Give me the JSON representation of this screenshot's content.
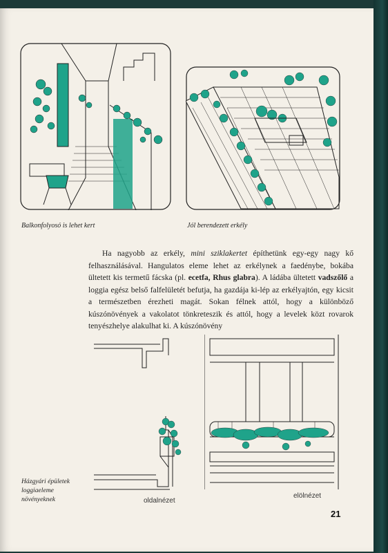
{
  "captions": {
    "left_illustration": "Balkonfolyosó is lehet kert",
    "right_illustration": "Jól berendezett erkély"
  },
  "paragraph": {
    "s1": "Ha nagyobb az erkély, ",
    "s2": "mini sziklakertet",
    "s3": " építhetünk egy-egy nagy kő felhasználásával. Hangulatos eleme lehet az erkélynek a faedénybe, bokába ültetett kis termetű fácska (pl. ",
    "s4": "ecetfa, Rhus glabra",
    "s5": "). A ládába ültetett ",
    "s6": "vadszőlő",
    "s7": " a loggia egész belső falfelületét befutja, ha gazdája ki-lép az erkélyajtón, egy kicsit a természetben érezheti magát. Sokan félnek attól, hogy a különböző kúszónövények a vakolatot tönkreteszik és attól, hogy a levelek közt rovarok tenyészhelye alakulhat ki. A kúszónövény"
  },
  "side_caption": "Házgyári épületek loggiaeleme növényeknek",
  "diagram_labels": {
    "side_view": "oldalnézet",
    "front_view": "elölnézet"
  },
  "page_number": "21",
  "colors": {
    "accent_green": "#1fa38a",
    "ink": "#222222",
    "paper": "#f4f0e8",
    "cover": "#1c3a38"
  }
}
